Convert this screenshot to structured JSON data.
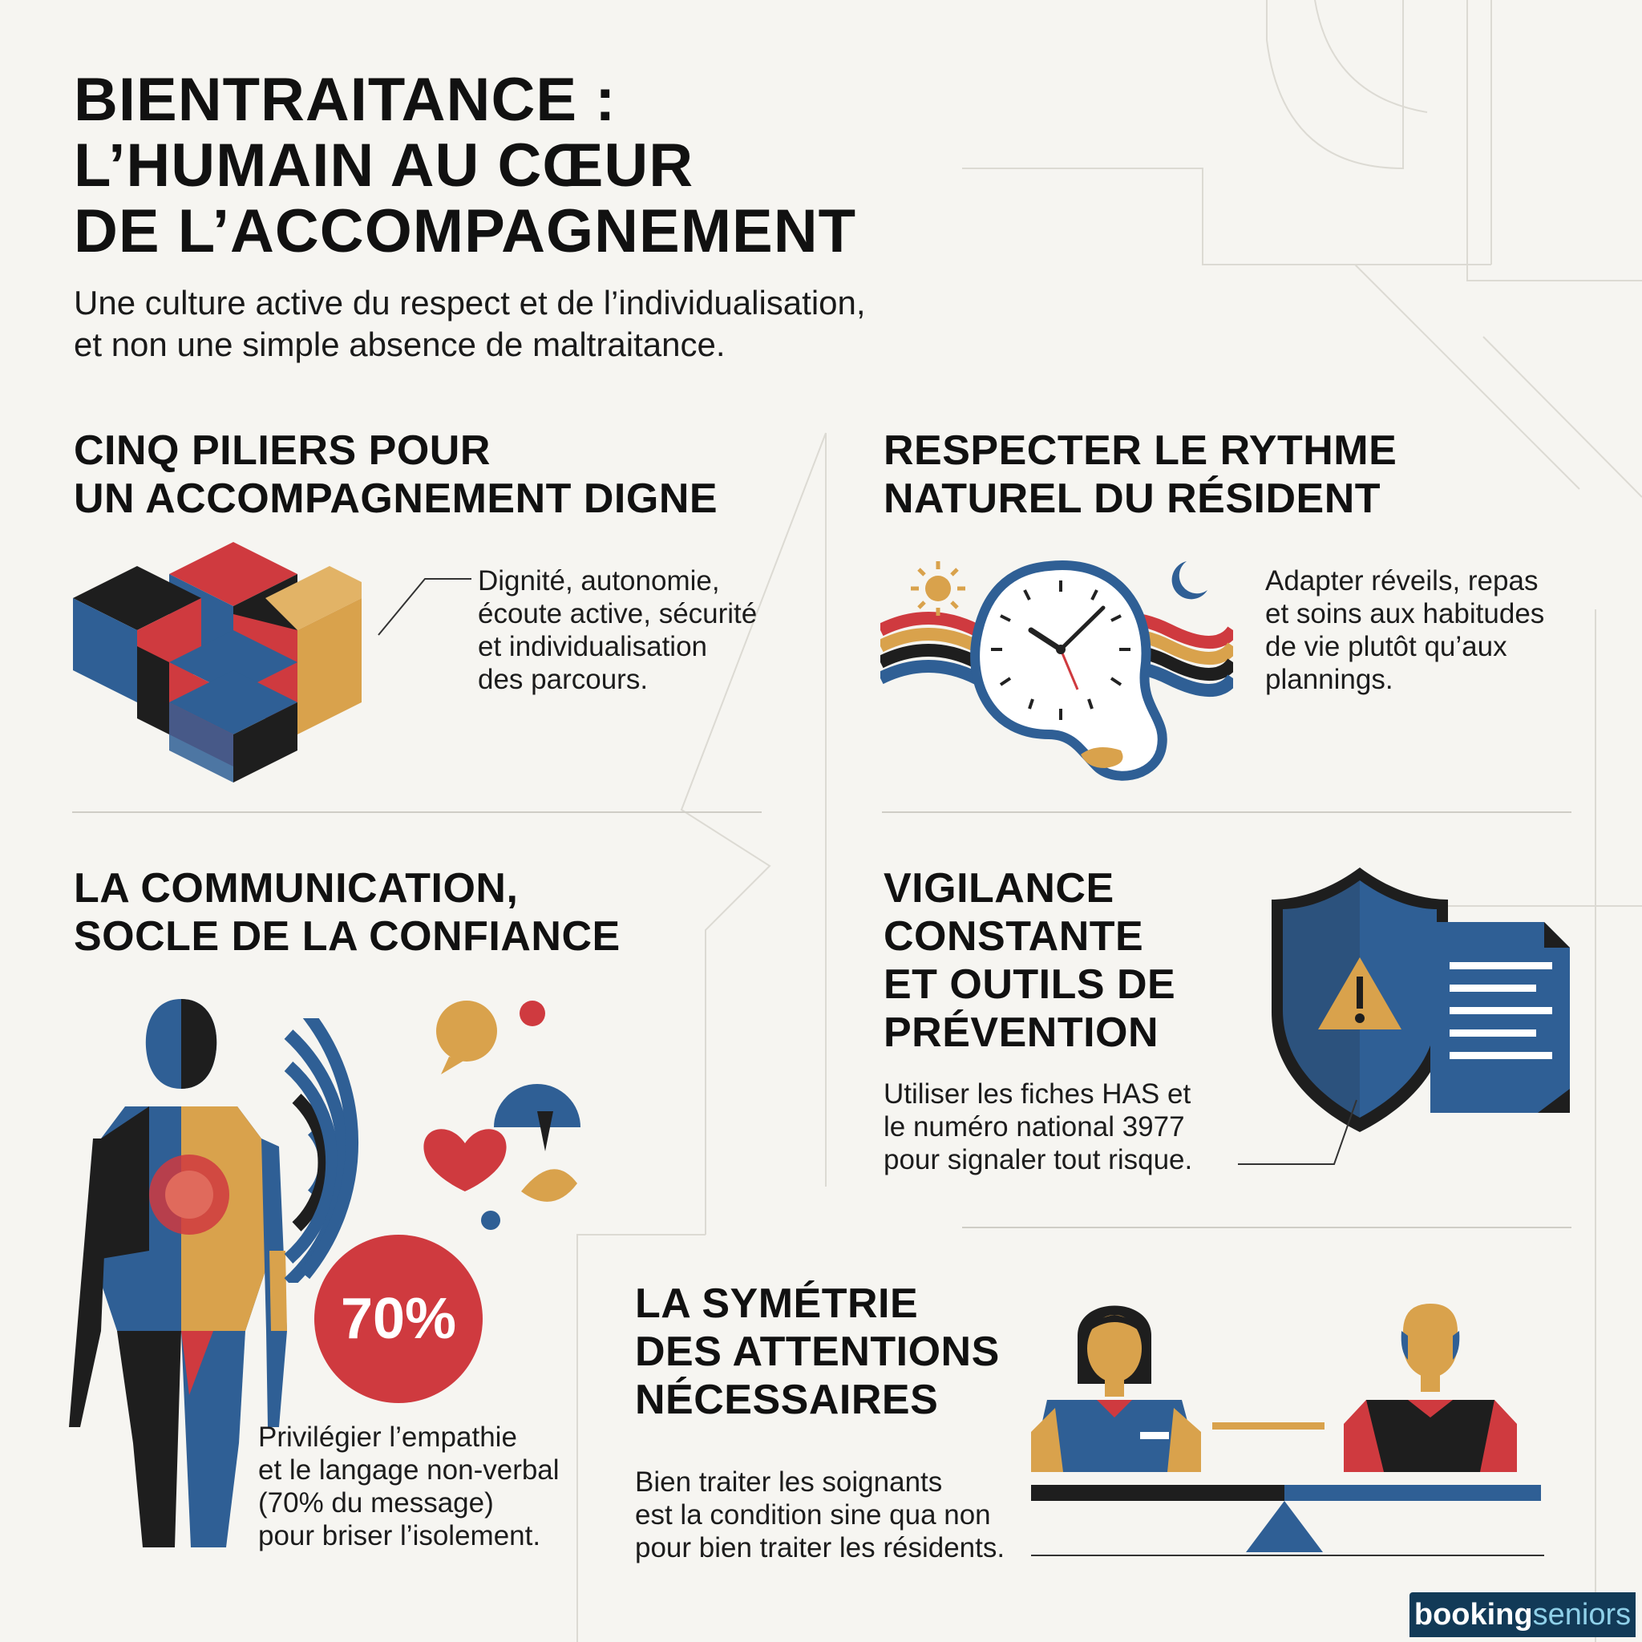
{
  "header": {
    "title_lines": [
      "BIENTRAITANCE :",
      "L’HUMAIN AU CŒUR",
      "DE L’ACCOMPAGNEMENT"
    ],
    "subtitle_lines": [
      "Une culture active du respect et de l’individualisation,",
      "et non une simple absence de maltraitance."
    ]
  },
  "sections": {
    "piliers": {
      "title_lines": [
        "CINQ PILIERS POUR",
        "UN ACCOMPAGNEMENT DIGNE"
      ],
      "text_lines": [
        "Dignité, autonomie,",
        "écoute active, sécurité",
        "et individualisation",
        "des parcours."
      ]
    },
    "rythme": {
      "title_lines": [
        "RESPECTER LE RYTHME",
        "NATUREL DU RÉSIDENT"
      ],
      "text_lines": [
        "Adapter réveils, repas",
        "et soins aux habitudes",
        "de vie plutôt qu’aux",
        "plannings."
      ]
    },
    "communication": {
      "title_lines": [
        "LA COMMUNICATION,",
        "SOCLE DE LA CONFIANCE"
      ],
      "stat": "70%",
      "text_lines": [
        "Privilégier l’empathie",
        "et le langage non-verbal",
        "(70% du message)",
        "pour briser l’isolement."
      ]
    },
    "vigilance": {
      "title_lines": [
        "VIGILANCE",
        "CONSTANTE",
        "ET OUTILS DE",
        "PRÉVENTION"
      ],
      "text_lines": [
        "Utiliser les fiches HAS et",
        "le numéro national 3977",
        "pour signaler tout risque."
      ]
    },
    "symetrie": {
      "title_lines": [
        "LA SYMÉTRIE",
        "DES ATTENTIONS",
        "NÉCESSAIRES"
      ],
      "text_lines": [
        "Bien traiter les soignants",
        "est la condition sine qua non",
        "pour bien traiter les résidents."
      ]
    }
  },
  "brand": {
    "part1": "booking",
    "part2": "seniors"
  },
  "colors": {
    "blue": "#2f5f95",
    "red": "#cf3a3f",
    "gold": "#d9a24c",
    "black": "#1e1e1e",
    "background": "#f6f5f1"
  },
  "icons": [
    "cubes-icon",
    "sun-icon",
    "moon-icon",
    "clock-icon",
    "person-icon",
    "speech-bubbles-icon",
    "heart-icon",
    "shield-warning-icon",
    "document-icon",
    "caregiver-icon",
    "resident-icon",
    "balance-icon"
  ]
}
